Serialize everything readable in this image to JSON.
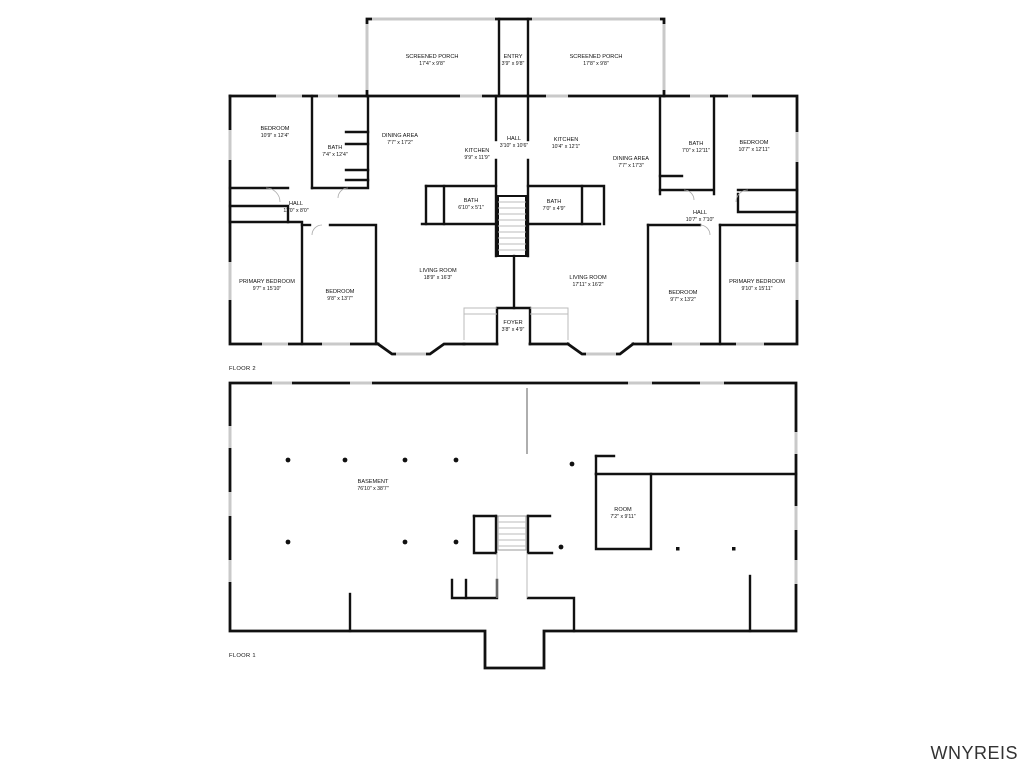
{
  "floors": [
    {
      "label": "FLOOR 2",
      "rooms": [
        {
          "name": "SCREENED PORCH",
          "dims": "17'4\" x 9'8\""
        },
        {
          "name": "ENTRY",
          "dims": "3'9\" x 9'8\""
        },
        {
          "name": "SCREENED PORCH",
          "dims": "17'8\" x 9'8\""
        },
        {
          "name": "BEDROOM",
          "dims": "10'9\" x 12'4\""
        },
        {
          "name": "BATH",
          "dims": "7'4\" x 12'4\""
        },
        {
          "name": "DINING AREA",
          "dims": "7'7\" x 17'2\""
        },
        {
          "name": "KITCHEN",
          "dims": "9'9\" x 11'9\""
        },
        {
          "name": "HALL",
          "dims": "3'10\" x 10'6\""
        },
        {
          "name": "KITCHEN",
          "dims": "10'4\" x 12'1\""
        },
        {
          "name": "DINING AREA",
          "dims": "7'7\" x 17'3\""
        },
        {
          "name": "BATH",
          "dims": "7'0\" x 12'11\""
        },
        {
          "name": "BEDROOM",
          "dims": "10'7\" x 12'11\""
        },
        {
          "name": "HALL",
          "dims": "11'0\" x 8'0\""
        },
        {
          "name": "BATH",
          "dims": "6'10\" x 5'1\""
        },
        {
          "name": "BATH",
          "dims": "7'0\" x 4'9\""
        },
        {
          "name": "HALL",
          "dims": "10'7\" x 7'10\""
        },
        {
          "name": "PRIMARY BEDROOM",
          "dims": "9'7\" x 15'10\""
        },
        {
          "name": "BEDROOM",
          "dims": "9'8\" x 13'7\""
        },
        {
          "name": "LIVING ROOM",
          "dims": "18'9\" x 16'3\""
        },
        {
          "name": "LIVING ROOM",
          "dims": "17'11\" x 16'2\""
        },
        {
          "name": "BEDROOM",
          "dims": "9'7\" x 13'2\""
        },
        {
          "name": "PRIMARY BEDROOM",
          "dims": "9'10\" x 15'11\""
        },
        {
          "name": "FOYER",
          "dims": "3'8\" x 4'9\""
        }
      ]
    },
    {
      "label": "FLOOR 1",
      "rooms": [
        {
          "name": "BASEMENT",
          "dims": "76'10\" x 38'7\""
        },
        {
          "name": "ROOM",
          "dims": "7'2\" x 9'11\""
        }
      ]
    }
  ],
  "watermark": "WNYREIS"
}
